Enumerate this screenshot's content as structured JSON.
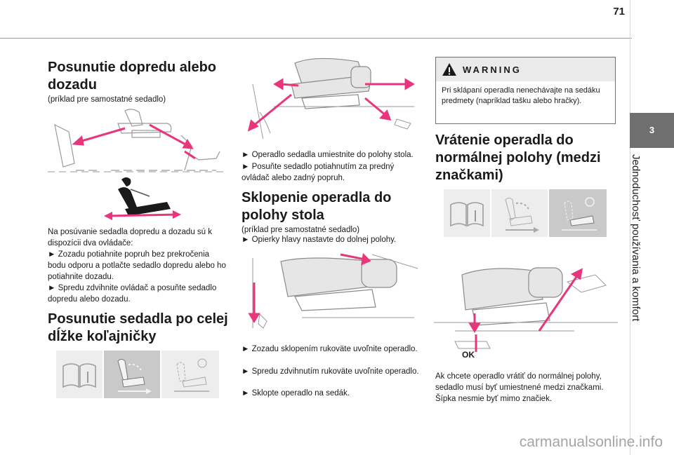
{
  "page": {
    "number": "71"
  },
  "side_tab": {
    "number": "3",
    "title": "Jednoduchosť používania a komfort"
  },
  "col1": {
    "heading1": "Posunutie dopredu alebo dozadu",
    "sub1": "(príklad pre samostatné sedadlo)",
    "para1": "Na posúvanie sedadla dopredu a dozadu sú k dispozícii dva ovládače:",
    "bullet1": "► Zozadu potiahnite popruh bez prekročenia bodu odporu a potlačte sedadlo dopredu alebo ho potiahnite dozadu.",
    "bullet2": "► Spredu zdvihnite ovládač a posuňte sedadlo dopredu alebo dozadu.",
    "heading2": "Posunutie sedadla po celej dĺžke koľajničky"
  },
  "col2": {
    "bullet1": "► Operadlo sedadla umiestnite do polohy stola.",
    "bullet2": "► Posuňte sedadlo potiahnutím za predný ovládač alebo zadný popruh.",
    "heading": "Sklopenie operadla do polohy stola",
    "sub": "(príklad pre samostatné sedadlo)",
    "bullet3": "► Opierky hlavy nastavte do dolnej polohy.",
    "bullet4": "► Zozadu sklopením rukoväte uvoľnite operadlo.",
    "bullet5": "► Spredu zdvihnutím rukoväte uvoľnite operadlo.",
    "bullet6": "► Sklopte operadlo na sedák."
  },
  "col3": {
    "warning_label": "WARNING",
    "warning_text": "Pri sklápaní operadla nenechávajte na sedáku predmety (napríklad tašku alebo hračky).",
    "heading": "Vrátenie operadla do normálnej polohy (medzi značkami)",
    "ok_label": "OK",
    "para": "Ak chcete operadlo vrátiť do normálnej polohy, sedadlo musí byť umiestnené medzi značkami. Šípka nesmie byť mimo značiek."
  },
  "watermark": "carmanualsonline.info",
  "colors": {
    "accent_pink": "#e8357c",
    "tab_gray": "#6f6f6f"
  }
}
